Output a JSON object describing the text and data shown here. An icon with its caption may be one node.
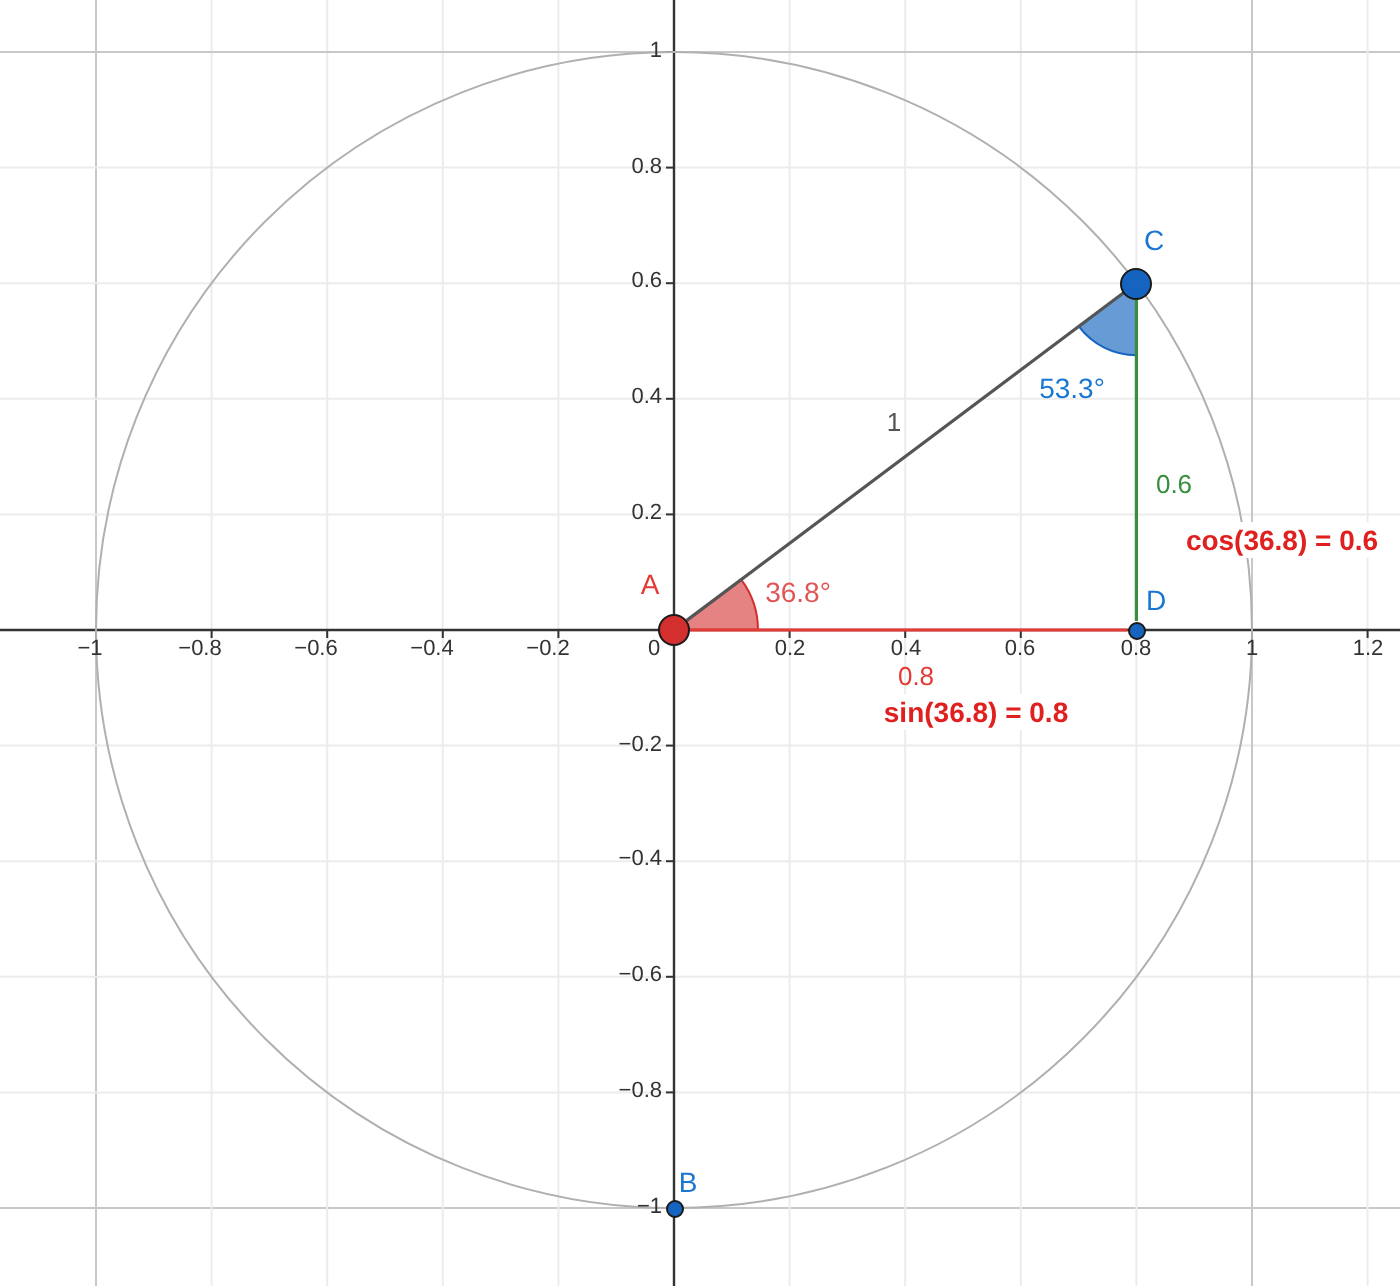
{
  "diagram": {
    "nodes": [
      {
        "text": [],
        "shape": "circle",
        "beside": [
          "A"
        ]
      },
      {
        "text": [],
        "shape": "circle",
        "beside": [
          "C"
        ]
      },
      {
        "text": [],
        "shape": "circle",
        "beside": [
          "D"
        ]
      },
      {
        "text": [],
        "shape": "circle",
        "beside": [
          "B"
        ]
      }
    ],
    "edges": [
      {
        "from": 0,
        "to": 1,
        "arrow": "none",
        "label": "1"
      },
      {
        "from": 1,
        "to": 2,
        "arrow": "none",
        "label": "0.6",
        "color": "#388e3c"
      },
      {
        "from": 0,
        "to": 2,
        "arrow": "none",
        "label": "0.8",
        "color": "#e53935"
      }
    ],
    "labels": [
      "1",
      "0.8",
      "0.6",
      "0.4",
      "53.3°",
      "0.2",
      "cos(36.8) = 0.6",
      "36.8°",
      "−1",
      "−0.8",
      "−0.6",
      "−0.4",
      "−0.2",
      "0",
      "0.2",
      "0.4",
      "0.6",
      "0.8",
      "1",
      "1.2",
      "sin(36.8) = 0.8",
      "−0.2",
      "−0.4",
      "−0.6",
      "−0.8",
      "−1"
    ]
  }
}
